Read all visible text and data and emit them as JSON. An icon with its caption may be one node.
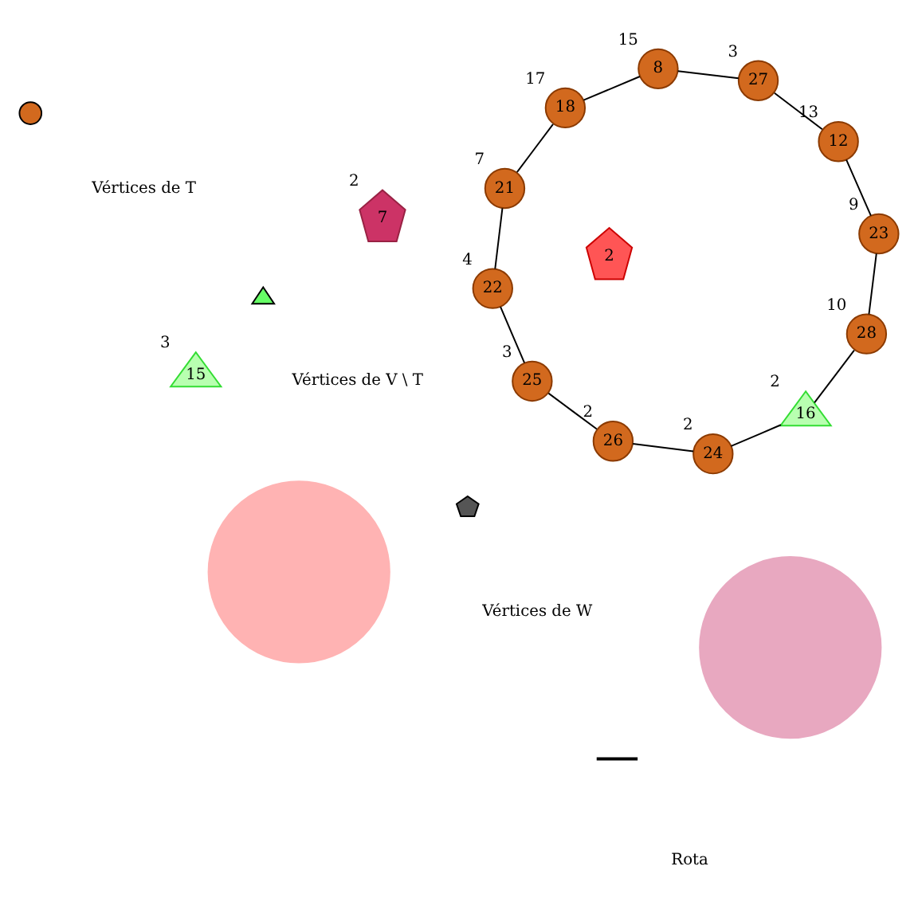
{
  "diagram": {
    "nodes": [
      {
        "text": [
          "8"
        ],
        "beside": [
          "15"
        ]
      },
      {
        "text": [
          "27"
        ],
        "beside": [
          "3"
        ]
      },
      {
        "text": [
          "12"
        ],
        "beside": [
          "13"
        ]
      },
      {
        "text": [
          "23"
        ],
        "beside": [
          "9"
        ]
      },
      {
        "text": [
          "18"
        ],
        "beside": [
          "17"
        ]
      },
      {
        "text": [
          "21"
        ],
        "beside": [
          "7"
        ]
      },
      {
        "text": [
          "22"
        ],
        "beside": [
          "4"
        ]
      },
      {
        "text": [
          "28"
        ],
        "beside": [
          "10"
        ]
      },
      {
        "text": [
          "15"
        ],
        "beside": [
          "3"
        ]
      },
      {
        "text": [
          "2"
        ]
      },
      {
        "text": [
          "16"
        ],
        "beside": [
          "2"
        ]
      },
      {
        "text": [
          "7"
        ],
        "beside": [
          "2"
        ]
      },
      {
        "text": [
          "25"
        ],
        "beside": [
          "3"
        ]
      },
      {
        "text": [
          "24"
        ],
        "beside": [
          "2"
        ]
      },
      {
        "text": [
          "26"
        ],
        "beside": [
          "2"
        ]
      },
      {
        "text": [],
        "shape": "circle"
      },
      {
        "text": [],
        "shape": "circle"
      }
    ],
    "edges": [
      {
        "from": 0,
        "to": 1,
        "arrow": "none"
      },
      {
        "from": 1,
        "to": 2,
        "arrow": "none"
      },
      {
        "from": 2,
        "to": 3,
        "arrow": "none"
      },
      {
        "from": 3,
        "to": 7,
        "arrow": "none"
      },
      {
        "from": 7,
        "to": 10,
        "arrow": "none"
      },
      {
        "from": 10,
        "to": 13,
        "arrow": "none"
      },
      {
        "from": 13,
        "to": 14,
        "arrow": "none"
      },
      {
        "from": 14,
        "to": 12,
        "arrow": "none"
      },
      {
        "from": 12,
        "to": 6,
        "arrow": "none"
      },
      {
        "from": 6,
        "to": 5,
        "arrow": "none"
      },
      {
        "from": 5,
        "to": 4,
        "arrow": "none"
      },
      {
        "from": 4,
        "to": 0,
        "arrow": "none"
      }
    ],
    "legend": [
      {
        "text": "Vértices de T"
      },
      {
        "text": "Vértices de V \\ T"
      },
      {
        "text": "Vértices de W"
      },
      {
        "text": "Rota"
      }
    ]
  }
}
